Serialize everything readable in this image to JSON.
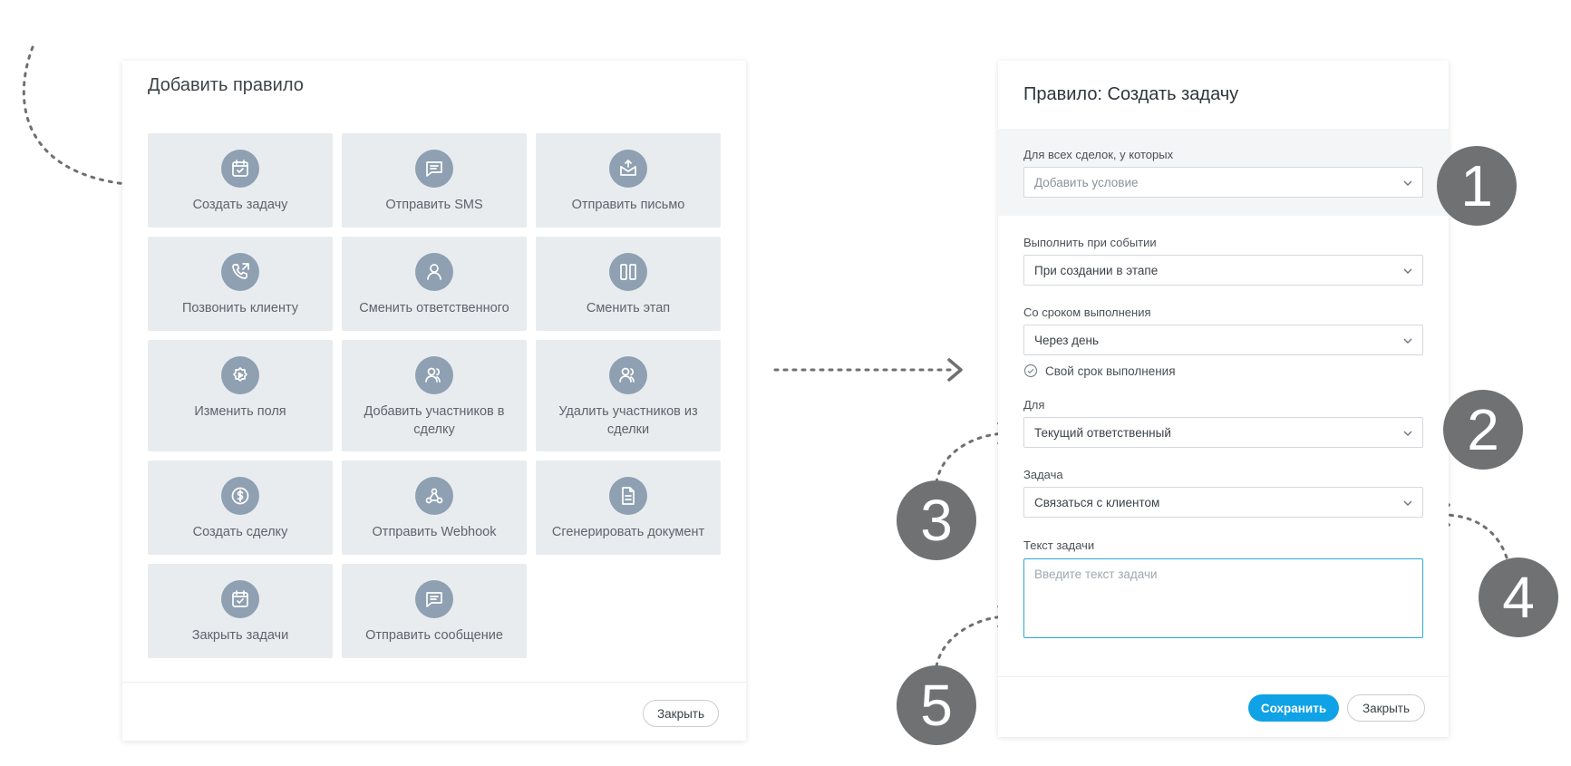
{
  "left_modal": {
    "title": "Добавить правило",
    "tiles": [
      {
        "label": "Создать задачу",
        "icon": "calendar-check-icon"
      },
      {
        "label": "Отправить SMS",
        "icon": "chat-icon"
      },
      {
        "label": "Отправить письмо",
        "icon": "envelope-icon"
      },
      {
        "label": "Позвонить клиенту",
        "icon": "phone-icon"
      },
      {
        "label": "Сменить ответственного",
        "icon": "user-icon"
      },
      {
        "label": "Сменить этап",
        "icon": "columns-icon"
      },
      {
        "label": "Изменить поля",
        "icon": "gear-play-icon"
      },
      {
        "label": "Добавить участников в сделку",
        "icon": "users-icon"
      },
      {
        "label": "Удалить участников из сделки",
        "icon": "users-icon"
      },
      {
        "label": "Создать сделку",
        "icon": "dollar-icon"
      },
      {
        "label": "Отправить Webhook",
        "icon": "webhook-icon"
      },
      {
        "label": "Сгенерировать документ",
        "icon": "document-icon"
      },
      {
        "label": "Закрыть задачи",
        "icon": "calendar-check-icon"
      },
      {
        "label": "Отправить сообщение",
        "icon": "chat-icon"
      }
    ],
    "close_label": "Закрыть"
  },
  "right_modal": {
    "title": "Правило: Создать задачу",
    "condition": {
      "label": "Для всех сделок, у которых",
      "placeholder": "Добавить условие"
    },
    "event": {
      "label": "Выполнить при событии",
      "value": "При создании в этапе"
    },
    "deadline": {
      "label": "Со сроком выполнения",
      "value": "Через день",
      "custom_label": "Свой срок выполнения"
    },
    "assignee": {
      "label": "Для",
      "value": "Текущий ответственный"
    },
    "task": {
      "label": "Задача",
      "value": "Связаться с клиентом"
    },
    "task_text": {
      "label": "Текст задачи",
      "placeholder": "Введите текст задачи"
    },
    "save_label": "Сохранить",
    "close_label": "Закрыть"
  },
  "badges": [
    "1",
    "2",
    "3",
    "4",
    "5"
  ],
  "colors": {
    "tile_bg": "#e9ecef",
    "icon_circle": "#8ea0b1",
    "primary": "#0fa2e6",
    "focus_border": "#2aa8d4",
    "badge": "#6f7173",
    "arrow": "#707070"
  }
}
